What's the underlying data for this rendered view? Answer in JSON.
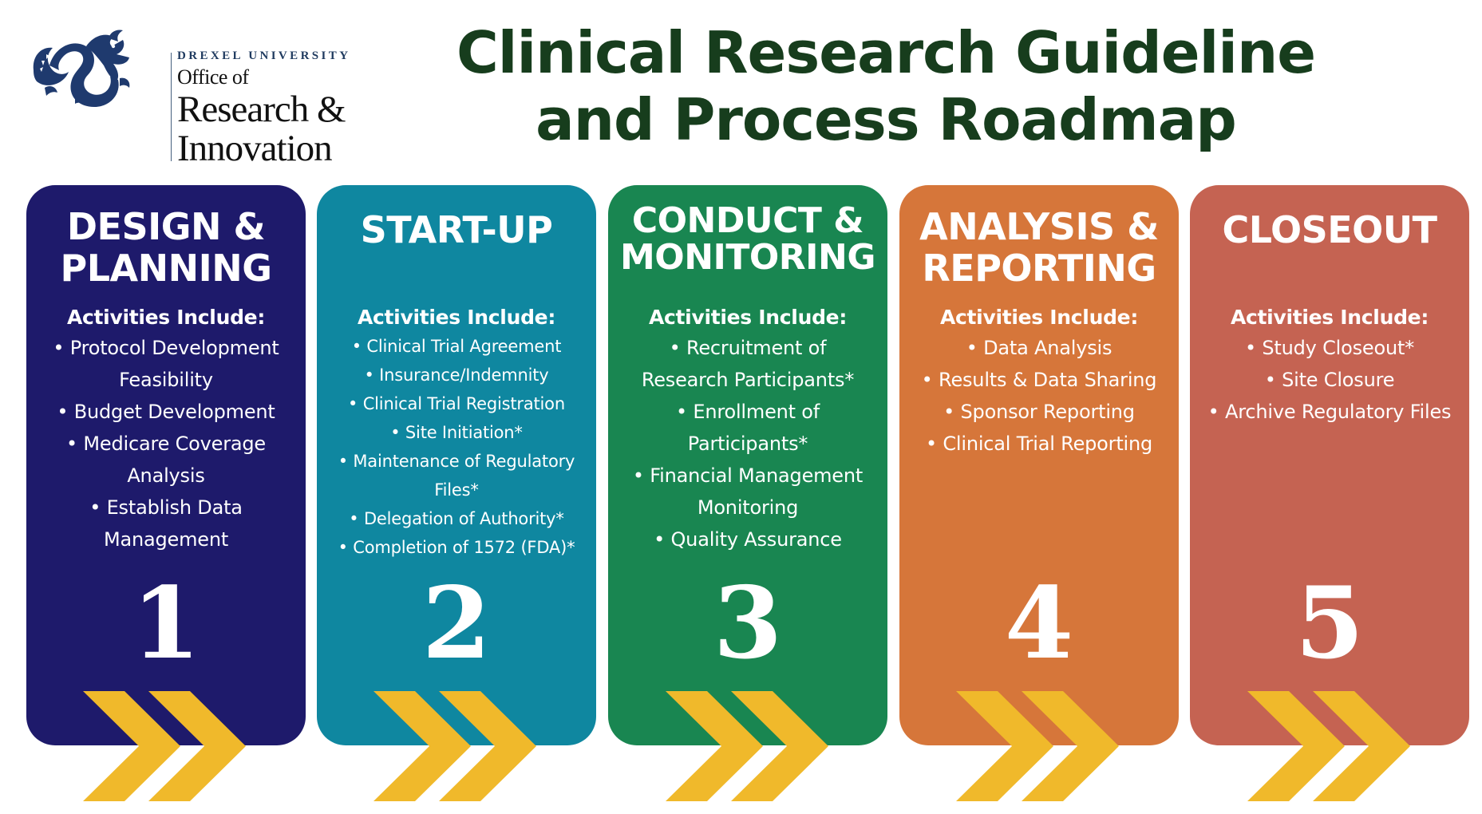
{
  "header": {
    "logo": {
      "university": "DREXEL UNIVERSITY",
      "office_of": "Office of",
      "research": "Research &",
      "innovation": "Innovation",
      "icon": "dragon-icon",
      "color": "#1f3a6e"
    },
    "title_line1": "Clinical Research Guideline",
    "title_line2": "and Process Roadmap",
    "title_color": "#173d1d"
  },
  "arrow_color": "#f0b92b",
  "stages": [
    {
      "number": "1",
      "title_line1": "DESIGN &",
      "title_line2": "PLANNING",
      "color": "#1e1a6b",
      "activities_label": "Activities Include:",
      "activities": [
        "• Protocol Development",
        "Feasibility",
        "• Budget Development",
        "• Medicare Coverage",
        "Analysis",
        "• Establish Data",
        "Management"
      ]
    },
    {
      "number": "2",
      "title_line1": "START-UP",
      "title_line2": "",
      "color": "#0f87a0",
      "activities_label": "Activities Include:",
      "activities": [
        "• Clinical Trial Agreement",
        "• Insurance/Indemnity",
        "• Clinical Trial Registration",
        "• Site Initiation*",
        "• Maintenance of Regulatory",
        "Files*",
        "• Delegation of Authority*",
        "• Completion of 1572 (FDA)*"
      ]
    },
    {
      "number": "3",
      "title_line1": "CONDUCT &",
      "title_line2": "MONITORING",
      "color": "#198651",
      "activities_label": "Activities Include:",
      "activities": [
        "• Recruitment of",
        "Research Participants*",
        "• Enrollment of",
        "Participants*",
        "• Financial Management",
        "Monitoring",
        "• Quality Assurance"
      ]
    },
    {
      "number": "4",
      "title_line1": "ANALYSIS &",
      "title_line2": "REPORTING",
      "color": "#d6763a",
      "activities_label": "Activities Include:",
      "activities": [
        "• Data Analysis",
        "• Results & Data Sharing",
        "• Sponsor Reporting",
        "• Clinical Trial Reporting"
      ]
    },
    {
      "number": "5",
      "title_line1": "CLOSEOUT",
      "title_line2": "",
      "color": "#c56352",
      "activities_label": "Activities Include:",
      "activities": [
        "• Study Closeout*",
        "• Site Closure",
        "• Archive Regulatory Files"
      ]
    }
  ]
}
